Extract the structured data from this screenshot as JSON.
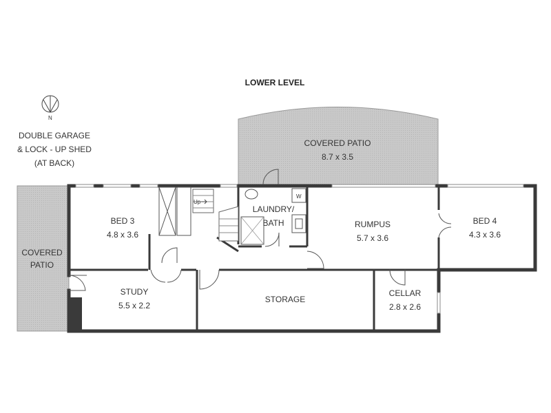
{
  "plan": {
    "title": "LOWER LEVEL",
    "north_label": "N",
    "garage_note": [
      "DOUBLE GARAGE",
      "& LOCK - UP SHED",
      "(AT BACK)"
    ],
    "rooms": [
      {
        "id": "patio-top",
        "name": "COVERED PATIO",
        "size": "8.7 x 3.5"
      },
      {
        "id": "patio-left",
        "name": "COVERED",
        "name2": "PATIO"
      },
      {
        "id": "bed3",
        "name": "BED 3",
        "size": "4.8 x 3.6"
      },
      {
        "id": "laundry",
        "name": "LAUNDRY/",
        "name2": "BATH"
      },
      {
        "id": "rumpus",
        "name": "RUMPUS",
        "size": "5.7 x 3.6"
      },
      {
        "id": "bed4",
        "name": "BED 4",
        "size": "4.3 x 3.6"
      },
      {
        "id": "study",
        "name": "STUDY",
        "size": "5.5 x 2.2"
      },
      {
        "id": "storage",
        "name": "STORAGE"
      },
      {
        "id": "cellar",
        "name": "CELLAR",
        "size": "2.8 x 2.6"
      }
    ],
    "stair_label": "Up",
    "washer_label": "W",
    "colors": {
      "wall": "#3a3a3a",
      "patio": "#c4c4c4",
      "background": "#ffffff"
    }
  }
}
